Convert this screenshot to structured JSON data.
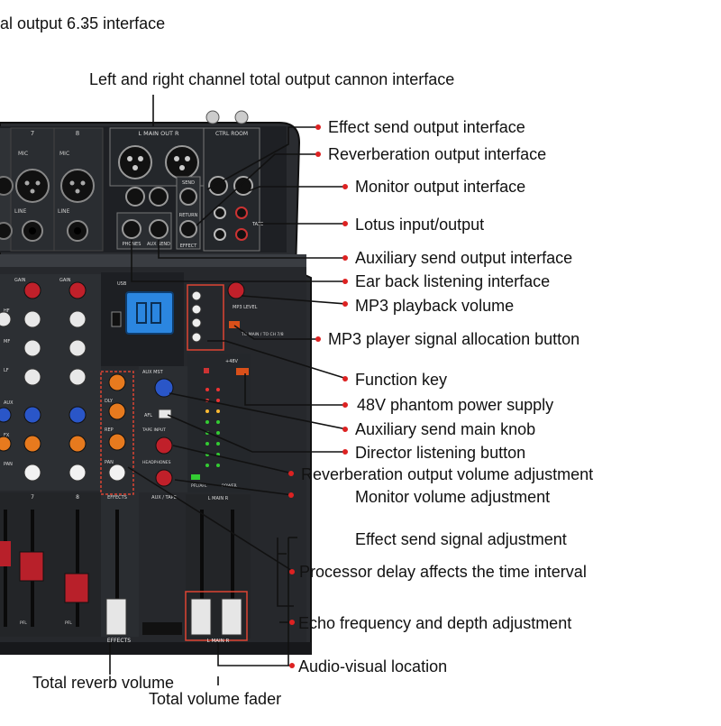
{
  "callouts": [
    {
      "id": "total-output-635",
      "text": "al output 6.35 interface"
    },
    {
      "id": "lr-cannon",
      "text": "Left and right channel total output cannon interface"
    },
    {
      "id": "effect-send-output",
      "text": "Effect send output interface"
    },
    {
      "id": "reverb-output",
      "text": "Reverberation output interface"
    },
    {
      "id": "monitor-output",
      "text": "Monitor output interface"
    },
    {
      "id": "lotus-io",
      "text": "Lotus input/output"
    },
    {
      "id": "aux-send-output",
      "text": "Auxiliary send output interface"
    },
    {
      "id": "ear-back",
      "text": "Ear back listening interface"
    },
    {
      "id": "mp3-volume",
      "text": "MP3 playback volume"
    },
    {
      "id": "mp3-signal-button",
      "text": "MP3 player signal allocation button"
    },
    {
      "id": "function-key",
      "text": "Function key"
    },
    {
      "id": "phantom-48v",
      "text": "48V phantom power supply"
    },
    {
      "id": "aux-main-knob",
      "text": "Auxiliary send main knob"
    },
    {
      "id": "director-listen",
      "text": "Director listening button"
    },
    {
      "id": "reverb-volume-adj",
      "text": "Reverberation output volume adjustment"
    },
    {
      "id": "monitor-volume-adj",
      "text": "Monitor volume adjustment"
    },
    {
      "id": "effect-send-adj",
      "text": "Effect send signal adjustment"
    },
    {
      "id": "processor-delay",
      "text": "Processor delay affects the time interval"
    },
    {
      "id": "echo-freq",
      "text": "Echo frequency and depth adjustment"
    },
    {
      "id": "av-location",
      "text": "Audio-visual location"
    },
    {
      "id": "total-reverb",
      "text": "Total reverb volume"
    },
    {
      "id": "total-fader",
      "text": "Total volume fader"
    }
  ],
  "panel": {
    "ch7": "7",
    "ch8": "8",
    "mic": "MIC",
    "line": "LINE",
    "main_out": "L  MAIN OUT  R",
    "ctrl_room": "CTRL ROOM",
    "send": "SEND",
    "return": "RETURN",
    "effect": "EFFECT",
    "phones": "PHONES",
    "aux_send": "AUX SEND",
    "tape": "TAPE",
    "usb": "USB",
    "mp3_level": "MP3 LEVEL",
    "to_main": "TO MAIN / TO CH 7/8",
    "gain": "GAIN",
    "hf": "HF",
    "mf": "MF",
    "lf": "LF",
    "aux": "AUX",
    "fx": "FX",
    "pan": "PAN",
    "aux_mst": "AUX MST",
    "afl": "AFL",
    "tape_input": "TAPE INPUT",
    "headphones": "HEADPHONES",
    "v48": "+48V",
    "pfl_afl": "PFL/AFL",
    "power": "POWER",
    "effects": "EFFECTS",
    "aux_tape": "AUX / TAPE",
    "main_lr": "L  MAIN  R",
    "fx_dly": "DLY",
    "fx_rep": "REP",
    "fx_pan": "PAN",
    "pfl": "PFL"
  }
}
